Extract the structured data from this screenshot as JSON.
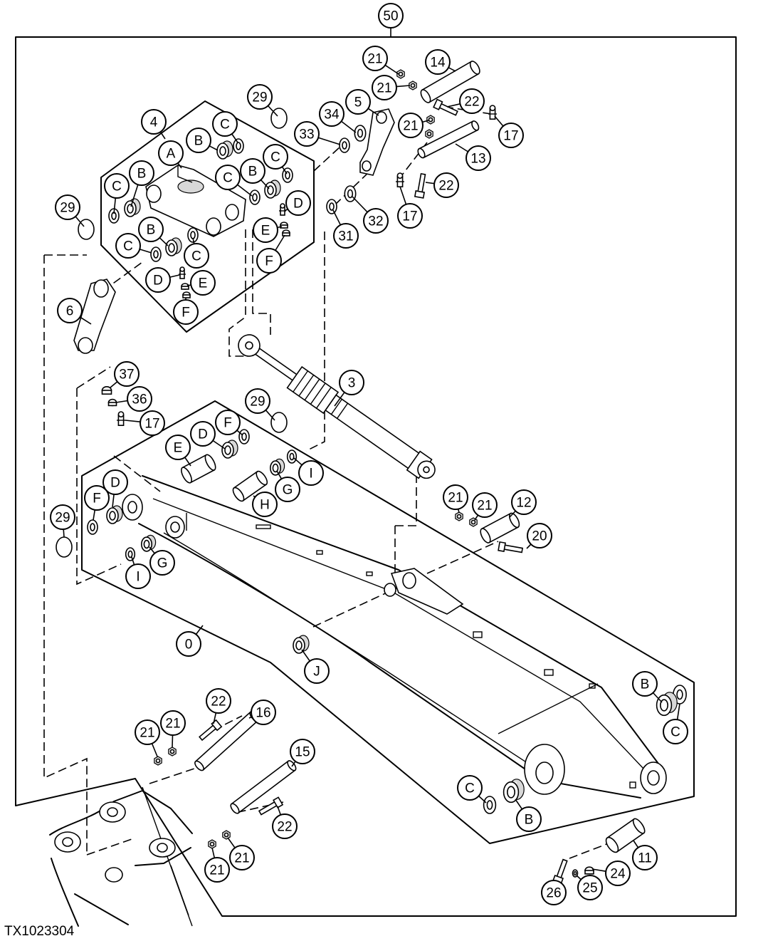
{
  "figure_id": "TX1023304",
  "callouts": [
    "50",
    "21",
    "14",
    "21",
    "5",
    "22",
    "29",
    "34",
    "C",
    "21",
    "17",
    "4",
    "B",
    "33",
    "A",
    "C",
    "13",
    "B",
    "C",
    "B",
    "C",
    "22",
    "D",
    "29",
    "17",
    "32",
    "B",
    "E",
    "31",
    "C",
    "C",
    "F",
    "D",
    "E",
    "F",
    "6",
    "37",
    "3",
    "36",
    "29",
    "17",
    "F",
    "D",
    "E",
    "I",
    "G",
    "D",
    "21",
    "21",
    "12",
    "F",
    "H",
    "29",
    "20",
    "G",
    "I",
    "0",
    "J",
    "B",
    "C",
    "22",
    "16",
    "21",
    "21",
    "15",
    "C",
    "B",
    "22",
    "11",
    "24",
    "21",
    "21",
    "25",
    "26"
  ]
}
